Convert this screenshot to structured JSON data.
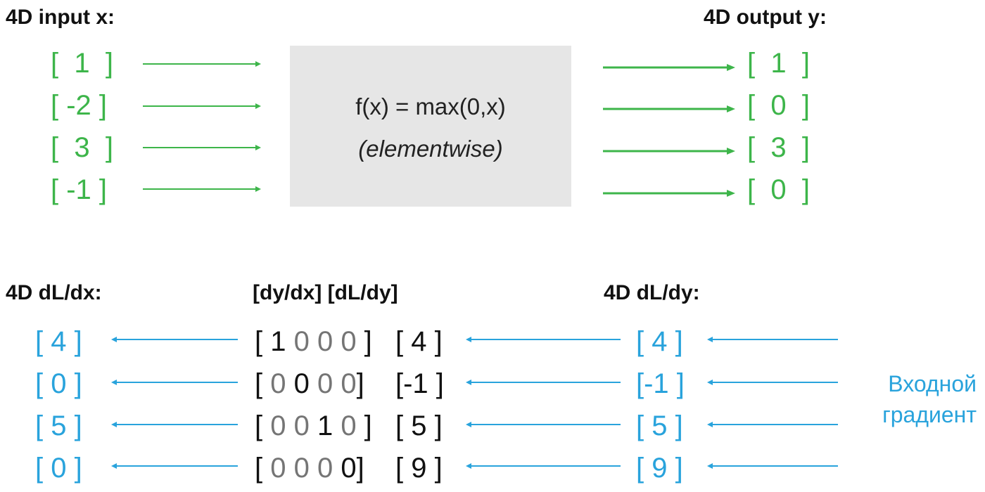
{
  "forward": {
    "input_heading": "4D input x:",
    "output_heading": "4D output y:",
    "input_values": [
      "[  1  ]",
      "[ -2 ]",
      "[  3  ]",
      "[ -1 ]"
    ],
    "output_values": [
      "[  1  ]",
      "[  0  ]",
      "[  3  ]",
      "[  0  ]"
    ],
    "function_label": "f(x) = max(0,x)",
    "function_note": "(elementwise)"
  },
  "backward": {
    "dx_heading": "4D dL/dx:",
    "jacobian_heading": "[dy/dx] [dL/dy]",
    "dy_heading": "4D dL/dy:",
    "dx_values": [
      "[ 4 ]",
      "[ 0 ]",
      "[ 5 ]",
      "[ 0 ]"
    ],
    "jacobian_rows": [
      {
        "open": "[ ",
        "cells": [
          {
            "v": "1",
            "on": true
          },
          {
            "v": "0",
            "on": false
          },
          {
            "v": "0",
            "on": false
          },
          {
            "v": "0",
            "on": false
          }
        ],
        "close": " ]"
      },
      {
        "open": "[ ",
        "cells": [
          {
            "v": "0",
            "on": false
          },
          {
            "v": "0",
            "on": true
          },
          {
            "v": "0",
            "on": false
          },
          {
            "v": "0",
            "on": false
          }
        ],
        "close": "]"
      },
      {
        "open": "[ ",
        "cells": [
          {
            "v": "0",
            "on": false
          },
          {
            "v": "0",
            "on": false
          },
          {
            "v": "1",
            "on": true
          },
          {
            "v": "0",
            "on": false
          }
        ],
        "close": " ]"
      },
      {
        "open": "[ ",
        "cells": [
          {
            "v": "0",
            "on": false
          },
          {
            "v": "0",
            "on": false
          },
          {
            "v": "0",
            "on": false
          },
          {
            "v": "0",
            "on": true
          }
        ],
        "close": "]"
      }
    ],
    "upstream_in_product": [
      "[ 4 ]",
      "[-1 ]",
      "[ 5 ]",
      "[ 9 ]"
    ],
    "dy_values": [
      "[ 4 ]",
      "[-1 ]",
      "[ 5 ]",
      "[ 9 ]"
    ],
    "upstream_label_line1": "Входной",
    "upstream_label_line2": "градиент"
  },
  "colors": {
    "forward": "#3db54a",
    "backward": "#29a3dc",
    "box": "#e6e6e6",
    "jacobian_active": "#111111",
    "jacobian_inactive": "#757575"
  }
}
